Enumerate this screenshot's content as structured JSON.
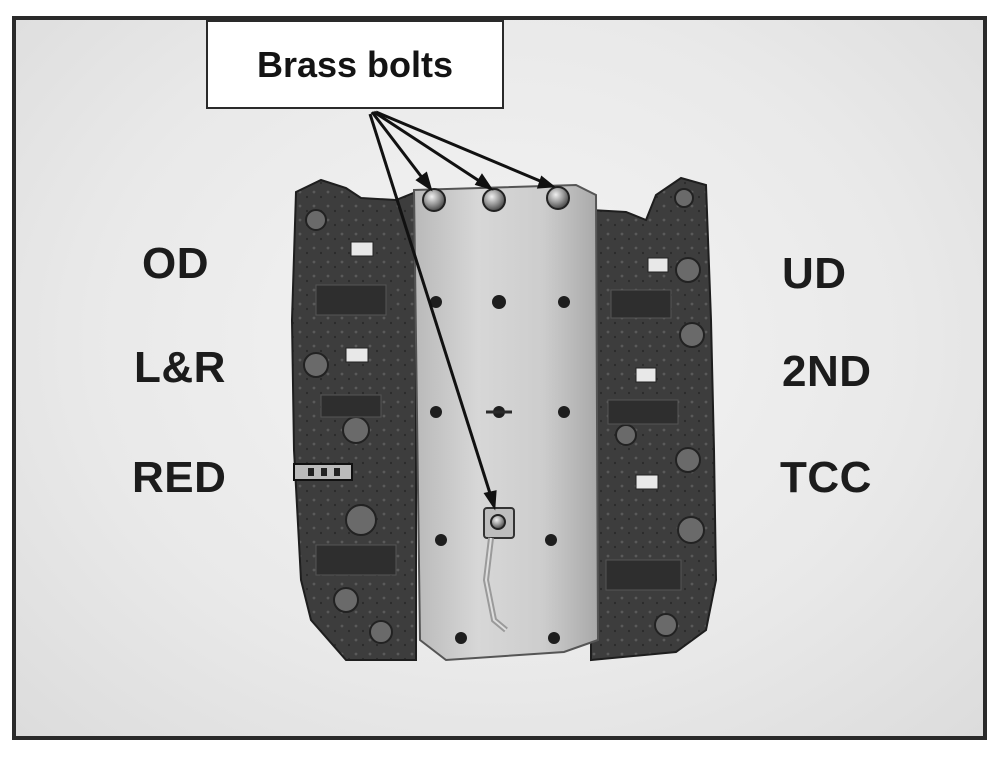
{
  "callout": {
    "text": "Brass bolts"
  },
  "labels": {
    "left": [
      "OD",
      "L&R",
      "RED"
    ],
    "right": [
      "UD",
      "2ND",
      "TCC"
    ]
  },
  "image_description_colors": {
    "background": "#e9e9e9",
    "body": "#3a3a3a",
    "plate": "#c8c8c8"
  }
}
